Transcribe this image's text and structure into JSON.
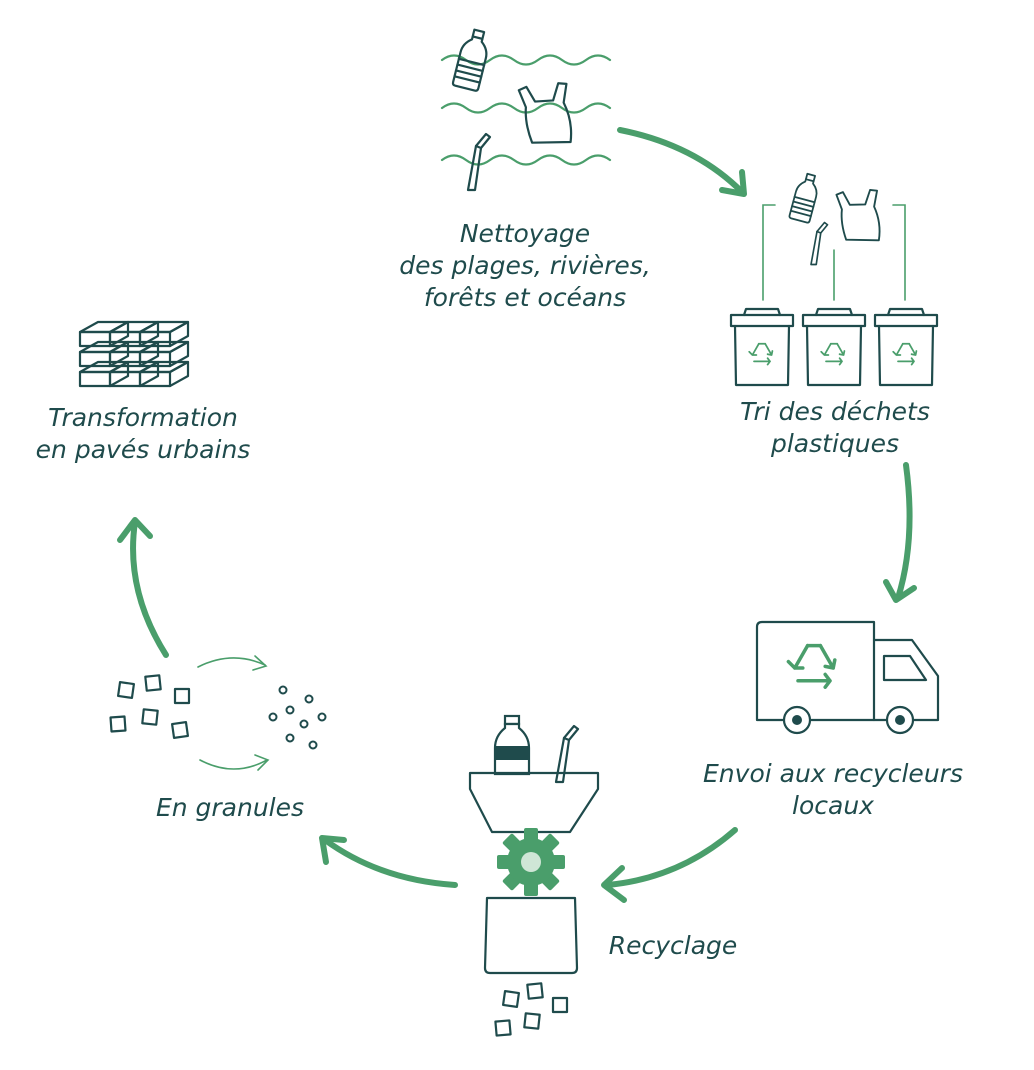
{
  "colors": {
    "accent": "#4a9e6b",
    "ink": "#1f4b4c",
    "background": "#ffffff"
  },
  "steps": [
    {
      "id": "cleanup",
      "icon": "floating-waste-icon",
      "lines": [
        "Nettoyage",
        "des plages, rivières,",
        "forêts et océans"
      ]
    },
    {
      "id": "sorting",
      "icon": "sorting-bins-icon",
      "lines": [
        "Tri des déchets",
        "plastiques"
      ]
    },
    {
      "id": "transport",
      "icon": "recycling-truck-icon",
      "lines": [
        "Envoi aux recycleurs",
        "locaux"
      ]
    },
    {
      "id": "recycling",
      "icon": "shredder-machine-icon",
      "lines": [
        "Recyclage"
      ]
    },
    {
      "id": "granules",
      "icon": "granules-icon",
      "lines": [
        "En granules"
      ]
    },
    {
      "id": "pavers",
      "icon": "paving-stones-icon",
      "lines": [
        "Transformation",
        "en pavés urbains"
      ]
    }
  ]
}
